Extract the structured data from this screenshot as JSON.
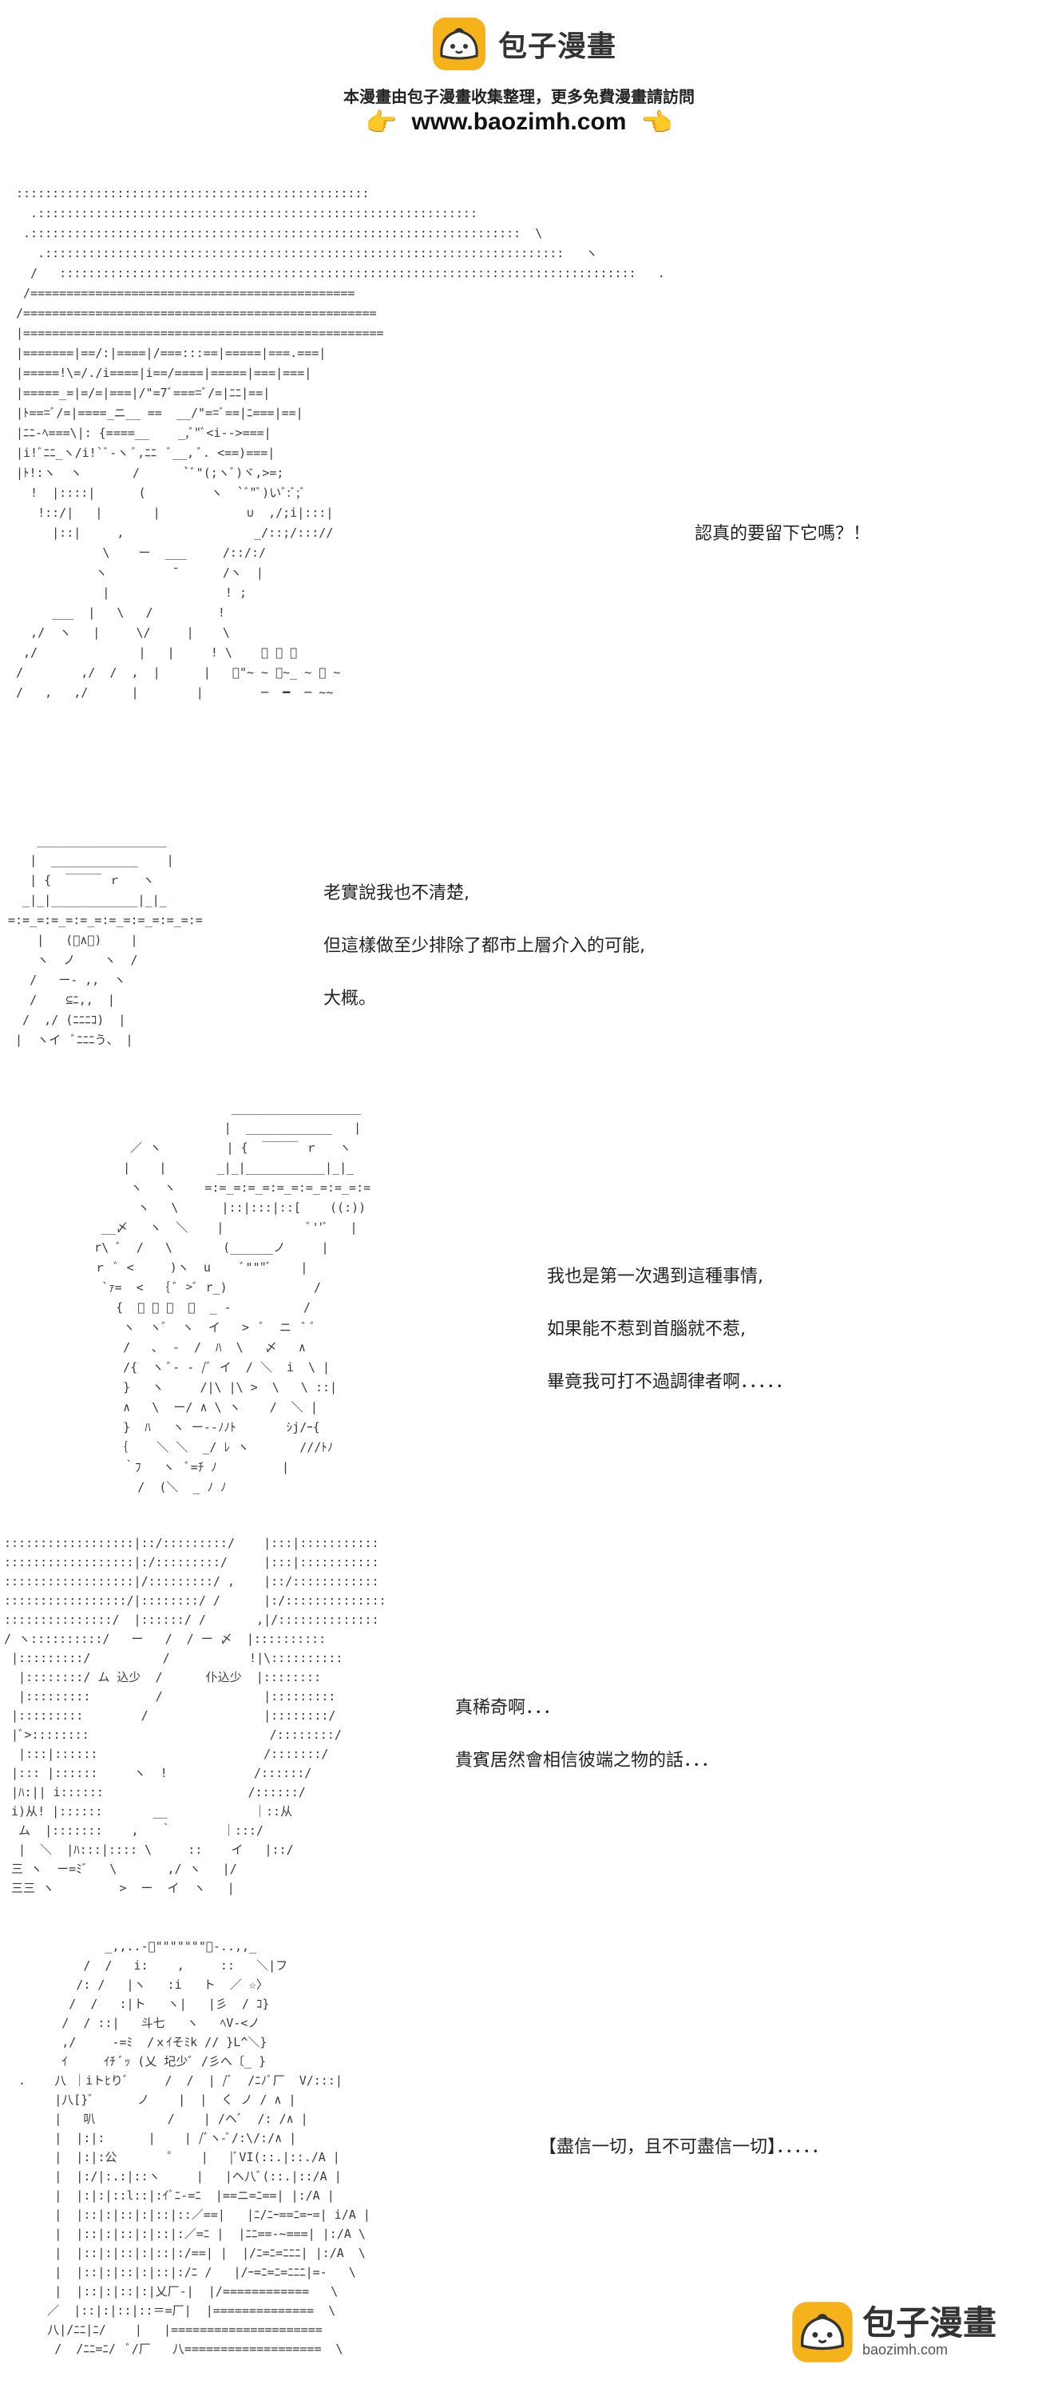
{
  "header": {
    "brand_name": "包子漫畫",
    "tagline": "本漫畫由包子漫畫收集整理，更多免費漫畫請訪問",
    "url": "www.baozimh.com",
    "hand_left": "👉",
    "hand_right": "👈",
    "brand_color": "#f5b21b"
  },
  "panels": [
    {
      "art": ":::::::::::::::::::::::::::::::::::::::::::::::::\n  .:::::::::::::::::::::::::::::::::::::::::::::::::::::::::::::\n .::::::::::::::::::::::::::::::::::::::::::::::::::::::::::::::::::::  \\\n   .::::::::::::::::::::::::::::::::::::::::::::::::::::::::::::::::::::::::   ヽ\n  /   ::::::::::::::::::::::::::::::::::::::::::::::::::::::::::::::::::::::::::::::::   .\n /=============================================\n/=================================================\n|==================================================\n|=======|==/:|====|/===:::==|=====|===.===|\n|=====!\\=/./i====|i==/====|=====|===|===|\n|=====_=|=/=|===|/\"=7ﾞ====ﾞ/=|ﾆﾆ|==|\n|ﾄ===ﾞ/=|====_ニ__ ==  __/\"==ﾞ==|ﾆ===|==|\n|ﾆﾆ-ﾍ===\\|: {====__    _,ﾞ\"ﾞ<i-->===|\n|i!ﾞﾆﾆ_ヽ/i!`ﾞ-ヽ ﾞ,ﾆﾆ  ﾞ__, ﾞ. <==)===|\n|ﾄ!:ヽ  ヽ       /      `ﾞ\"(;ヽﾞ)ヾ,>=;\n  !  |::::|      (         ヽ  `ﾞ\"ﾞ)いﾞ:ﾞ;ﾞ\n   !::/|   |       |            ∪  ,/;i|:::|\n     |::|     ,                  _/::;/::://\n            \\    ー  ___     /::/:/\n           ヽ         ̄       /ヽ  |\n            |                ! ;\n     ___  |   \\   /         !\n  ,/  ヽ   |     \\/     |    \\\n ,/              |   |     ! \\    ﾞ ﾞ ﾞ\n/        ,/  /  ,  |      |   ﾞ\"~ ~ ﾞ~_ ~ ﾞ ~\n/   ,   ,/      |        |        ─  ━  ─ ~~",
      "lines": [
        "認真的要留下它嗎？！"
      ]
    },
    {
      "art": "    __________________\n   |  ____________    |\n   | {  ￣￣￣ ｒ   ヽ\n  _|_|____________|_|_\n=:=_=:=_=:=_=:=_=:=_=:=_=:=\n    |   (ﾟ∧ﾟ)    |\n    ヽ  ノ    ヽ  /\n   /   ー- ,,  ヽ\n   /    ⊆ﾆ,,  |\n  /  ,/ (ﾆﾆﾆｺ)  |\n |  ヽイ  ﾞﾆﾆﾆう、 |",
      "lines": [
        "老實說我也不清楚,",
        "但這樣做至少排除了都市上層介入的可能,",
        "大概。"
      ]
    },
    {
      "art": "                     __________________\n                    |  ____________   |\n       ／ ヽ         | {  ￣￣￣ ｒ   ヽ\n      |    |       _|_|___________|_|_\n       ヽ   ヽ    =:=_=:=_=:=_=:=_=:=_=:=\n        ヽ   \\      |::|:::|::[    ((:))\n   __〆   ヽ  ＼    |            ﾞ''ﾞ   |\n  r\\ ﾞ  /   \\       (______ノ     |\n  ｒ ﾞ <     )ヽ  u    ﾞ\"\"\"ﾞ    |\n   `ｧ=  <  ｛ ﾞ >ﾞ r_)            /\n     {  ﾞ ﾞ ー  ﾞ  _ -          /\n      ヽ  ヽﾞ  ヽ  イ   >  ﾞ  ニ  ﾞ ﾞ\n      /   ､  -  /  ﾊ  \\   〆   ∧\n      /{  ヽ ﾞ- - /ﾞ イ  / ＼  i  \\ |\n      }   ヽ     /|\\ |\\ >  \\   \\ ::|\n      ∧   \\  ー/ ∧ \\ ヽ    /  ＼ |\n      }  ﾊ   ヽ ー--ﾉﾉﾄ       ｼj/ｰ{\n     ｛    ＼ ＼  _/ ﾚ ヽ       ///ﾄﾉ\n      ｀ﾌ   ヽ  ﾞ=ﾁ ﾉ         |\n        /  (＼  _ ﾉ ﾉ",
      "lines": [
        "我也是第一次遇到這種事情,",
        "如果能不惹到首腦就不惹,",
        "畢竟我可打不過調律者啊．．．．．"
      ]
    },
    {
      "art": "::::::::::::::::::|::/:::::::::/    |:::|:::::::::::\n::::::::::::::::::|:/:::::::::/     |:::|:::::::::::\n::::::::::::::::::|/:::::::::/ ,    |::/::::::::::::\n:::::::::::::::::/|::::::::/ /      |:/::::::::::::::\n:::::::::::::::/  |::::::/ /       ,|/::::::::::::::\n/ ヽ::::::::::/   ー   /  / ー 〆  |::::::::::\n |:::::::::/          /           !|\\::::::::::\n  |::::::::/ ム 込少  /      仆込少  |::::::::\n  |:::::::::         /              |:::::::::\n |:::::::::        /                |::::::::/\n |ﾞ>::::::::                         /::::::::/\n  |:::|::::::                       /:::::::/\n |::: |::::::     ヽ  !            /::::::/\n |ﾊ:|| i::::::                    /::::::/\n i)从! |::::::       __            ｜::从\n  ム  |:::::::    ,   ｀       ｜:::/\n  |  ＼  |ﾊ:::|:::: \\     ::    イ   |::/\n 三 ヽ  ー=ﾐﾞ   \\       ,/ ヽ   |/\n 三三 ヽ         >  ー  イ  ヽ   |",
      "lines": [
        "真稀奇啊．．．",
        "貴賓居然會相信彼端之物的話．．．"
      ]
    },
    {
      "art": "              _,,..-ﾞ\"\"\"\"\"\"\"ﾞ-..,,_\n           /  /   i:    ,     ::   ＼|フ\n          /: /   |ヽ   :i   ト  ／ ☆〉\n         /  /   :|ト   ヽ|   |彡  / ｺ}\n        /  / ::|   斗七   ヽ   ﾍV-<ノ\n        ,/     -=ﾐ  /ｘｲそﾐk // }L^＼}\n        ｲ     ｲﾁ ﾞｯ (乂 圮少ﾞ /彡へ〔_ }\n  .    八 ｜iトﾋりﾞ     /  /  | /ﾞ  /ﾆﾉﾞ厂  V/:::|\n       |八[}ﾞ      ノ    |  |  く ノ / ∧ |\n       |   叭          /    | /ヘﾞ  /: /∧ |\n       |  |:|:      |    | /ﾞヽ-ﾞ/:\\/:/∧ |\n       |  |:|:公       ゜   |   |ﾞVI(::.|::./A |\n       |  |:/|:.:|::ヽ     |   |ヘ八ﾞ(::.|::/A |\n       |  |:|:|::l::|:ｲﾞﾆ-=ﾆ  |==ニ=ﾆ==| |:/A |\n       |  |::|:|::|:|::|::／==|   |ﾆ/ﾆｰ==ﾆ=ｰ=| i/A |\n       |  |::|:|::|:|::|:／=ﾆ |  |ﾆﾆ==-~===| |:/A \\\n       |  |::|:|::|:|::|:/==| |  |/ﾆ=ﾆ=ﾆﾆﾆ| |:/A  \\\n       |  |::|:|::|:|::|:/ﾆ /   |/ｰ=ﾆ=ﾆ=ﾆﾆﾆ|=-   \\\n       |  |::|:|::|:|乂厂-|  |/============   \\\n      ／  |::|:|::|::＝=厂|  |==============  \\\n      八|/ﾆﾆ|ﾆ/    |   |=====================\n       /  /ﾆﾆ=ﾆ/  ﾞ/厂   八===================  \\",
      "lines": [
        "【盡信一切，且不可盡信一切】．．．．．"
      ]
    }
  ],
  "watermark": {
    "name": "包子漫畫",
    "url": "baozimh.com"
  }
}
